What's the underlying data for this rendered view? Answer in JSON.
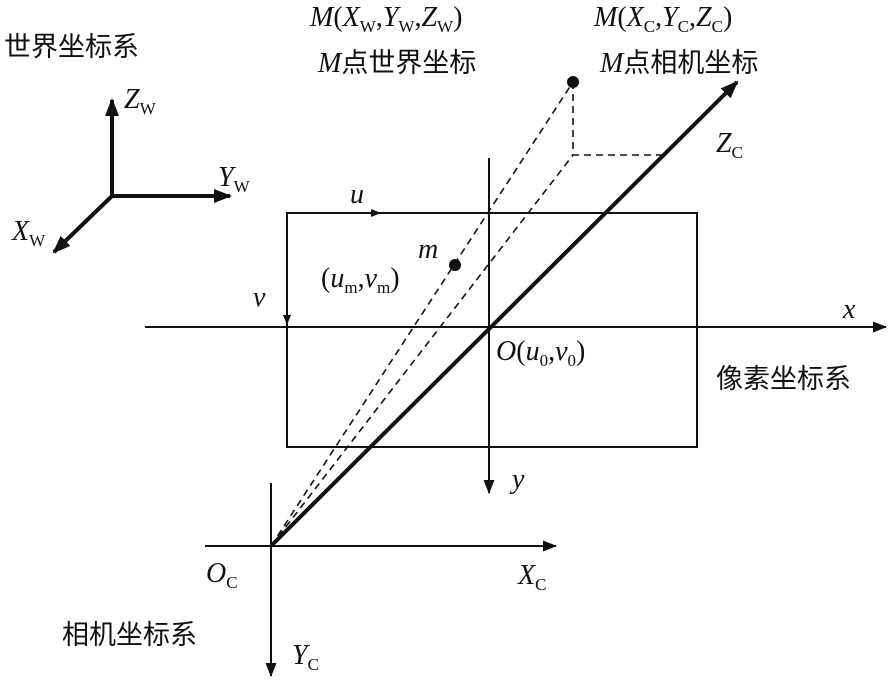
{
  "world": {
    "title": "世界坐标系",
    "z": "Z",
    "y": "Y",
    "x": "X",
    "sub": "W"
  },
  "camera": {
    "title": "相机坐标系",
    "origin": "O",
    "xc": "X",
    "yc": "Y",
    "zc": "Z",
    "sub": "C"
  },
  "pixel": {
    "title": "像素坐标系",
    "u": "u",
    "v": "v",
    "x": "x",
    "y": "y",
    "origin": "O",
    "u0": "u",
    "v0": "v",
    "zero": "0"
  },
  "point_m": {
    "label": "m",
    "u": "u",
    "v": "v",
    "sub": "m"
  },
  "point_M_world": {
    "M": "M",
    "X": "X",
    "Y": "Y",
    "Z": "Z",
    "sub": "W",
    "caption_M": "M",
    "caption": "点世界坐标"
  },
  "point_M_camera": {
    "M": "M",
    "X": "X",
    "Y": "Y",
    "Z": "Z",
    "sub": "C",
    "caption_M": "M",
    "caption": "点相机坐标"
  }
}
